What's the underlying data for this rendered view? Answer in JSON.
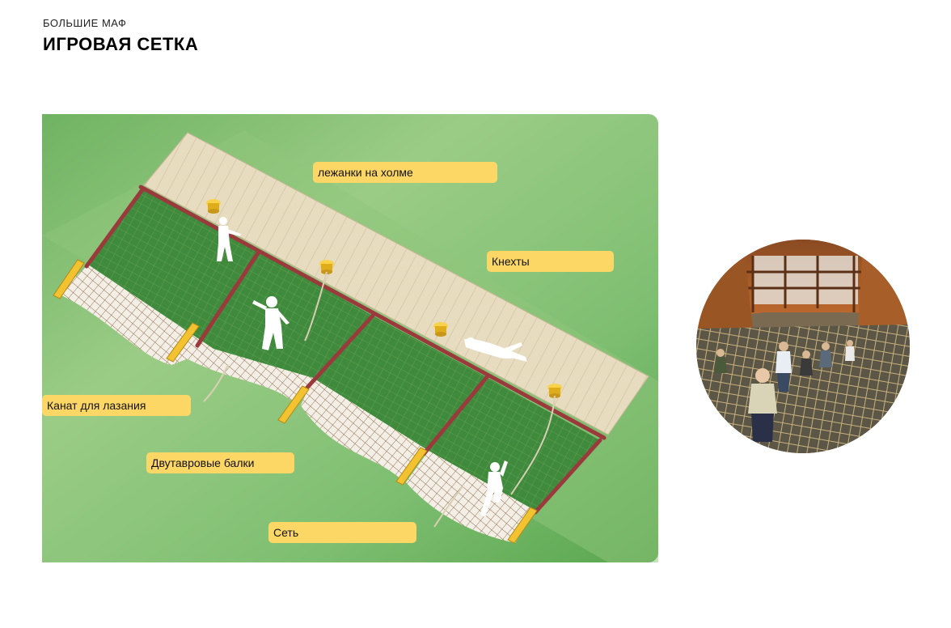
{
  "header": {
    "kicker": "БОЛЬШИЕ МАФ",
    "title": "ИГРОВАЯ СЕТКА"
  },
  "diagram": {
    "labels": {
      "hill_loungers": "лежанки на холме",
      "bollards": "Кнехты",
      "climbing_rope": "Канат для лазания",
      "i_beams": "Двутавровые балки",
      "net": "Сеть"
    },
    "colors": {
      "background_green": "#7fbf72",
      "net_green": "#3f8a3c",
      "deck_sand": "#e8dcc0",
      "beam_red": "#9a3a3c",
      "bollard_yellow": "#f2c230",
      "label_yellow": "#fcd766"
    }
  }
}
